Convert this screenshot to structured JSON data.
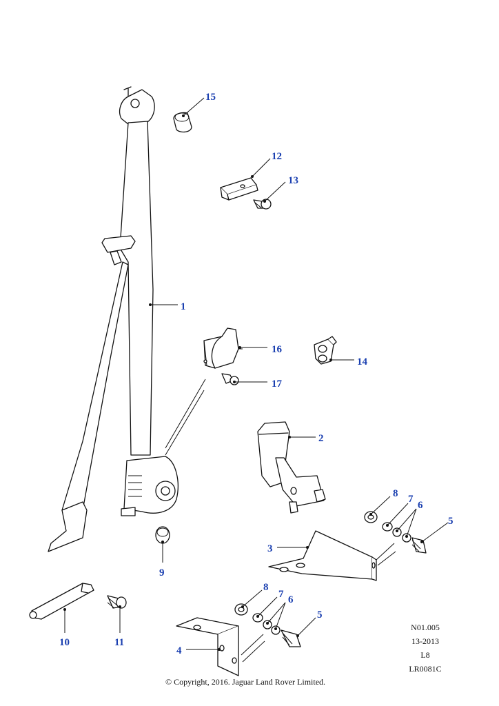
{
  "callouts": {
    "c1": "1",
    "c2": "2",
    "c3": "3",
    "c4": "4",
    "c5a": "5",
    "c5b": "5",
    "c6a": "6",
    "c6b": "6",
    "c7a": "7",
    "c7b": "7",
    "c8a": "8",
    "c8b": "8",
    "c9": "9",
    "c10": "10",
    "c11": "11",
    "c12": "12",
    "c13": "13",
    "c14": "14",
    "c15": "15",
    "c16": "16",
    "c17": "17"
  },
  "info_block": {
    "line1": "N01.005",
    "line2": "13-2013",
    "line3": "L8",
    "line4": "LR0081C"
  },
  "copyright": "© Copyright, 2016. Jaguar Land Rover Limited.",
  "colors": {
    "callout": "#1a3fb0",
    "linework": "#111111"
  }
}
